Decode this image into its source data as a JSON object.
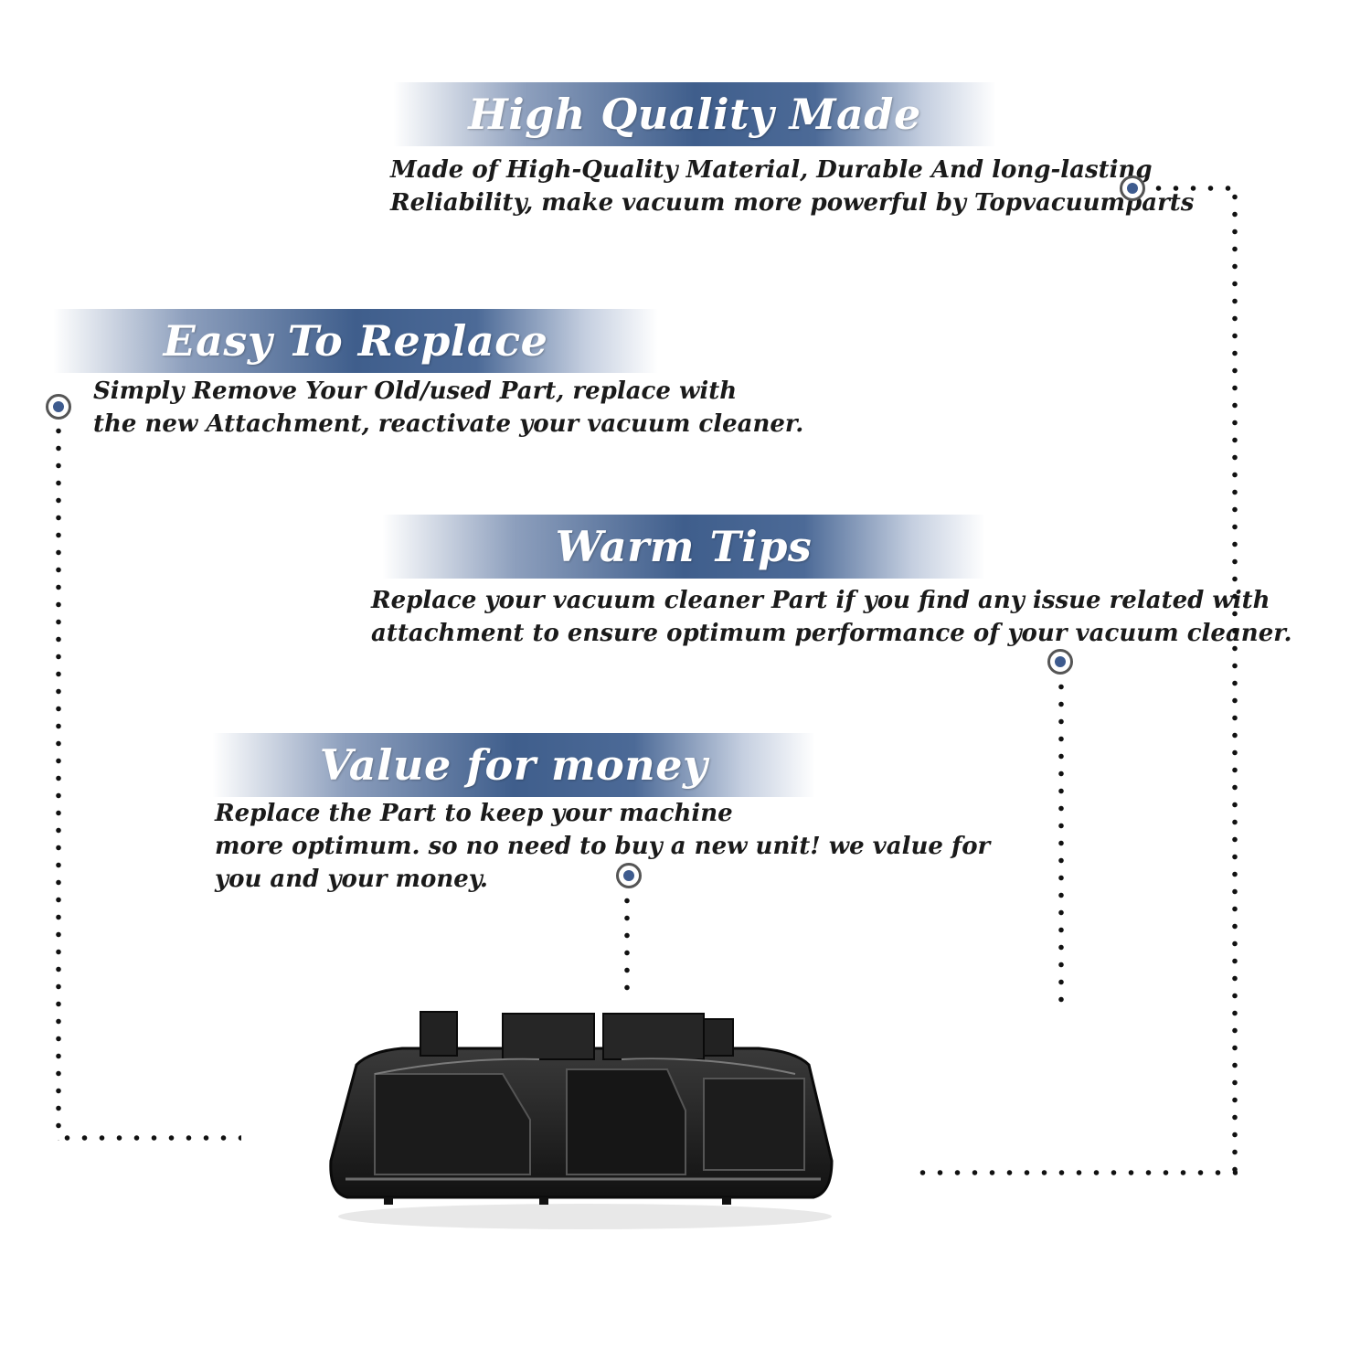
{
  "sections": {
    "quality": {
      "title": "High Quality Made",
      "text": "Made of  High-Quality Material, Durable And long-lasting\nReliability, make vacuum more powerful by Topvacuumparts"
    },
    "replace": {
      "title": "Easy To Replace",
      "text": "Simply Remove Your Old/used Part, replace with\nthe new Attachment, reactivate your vacuum cleaner."
    },
    "tips": {
      "title": "Warm Tips",
      "text": "Replace your vacuum cleaner Part if you find any issue related with\n attachment to ensure optimum performance of your vacuum cleaner."
    },
    "value": {
      "title": "Value for money",
      "text": "Replace the Part to keep your machine\nmore optimum. so no need to buy a new unit! we value for\nyou and your money."
    }
  },
  "colors": {
    "banner_blue": "#3f5e8c",
    "marker_blue": "#3e5b8e",
    "dots": "#111111"
  },
  "product": {
    "icon": "vacuum-base-plate-icon"
  }
}
